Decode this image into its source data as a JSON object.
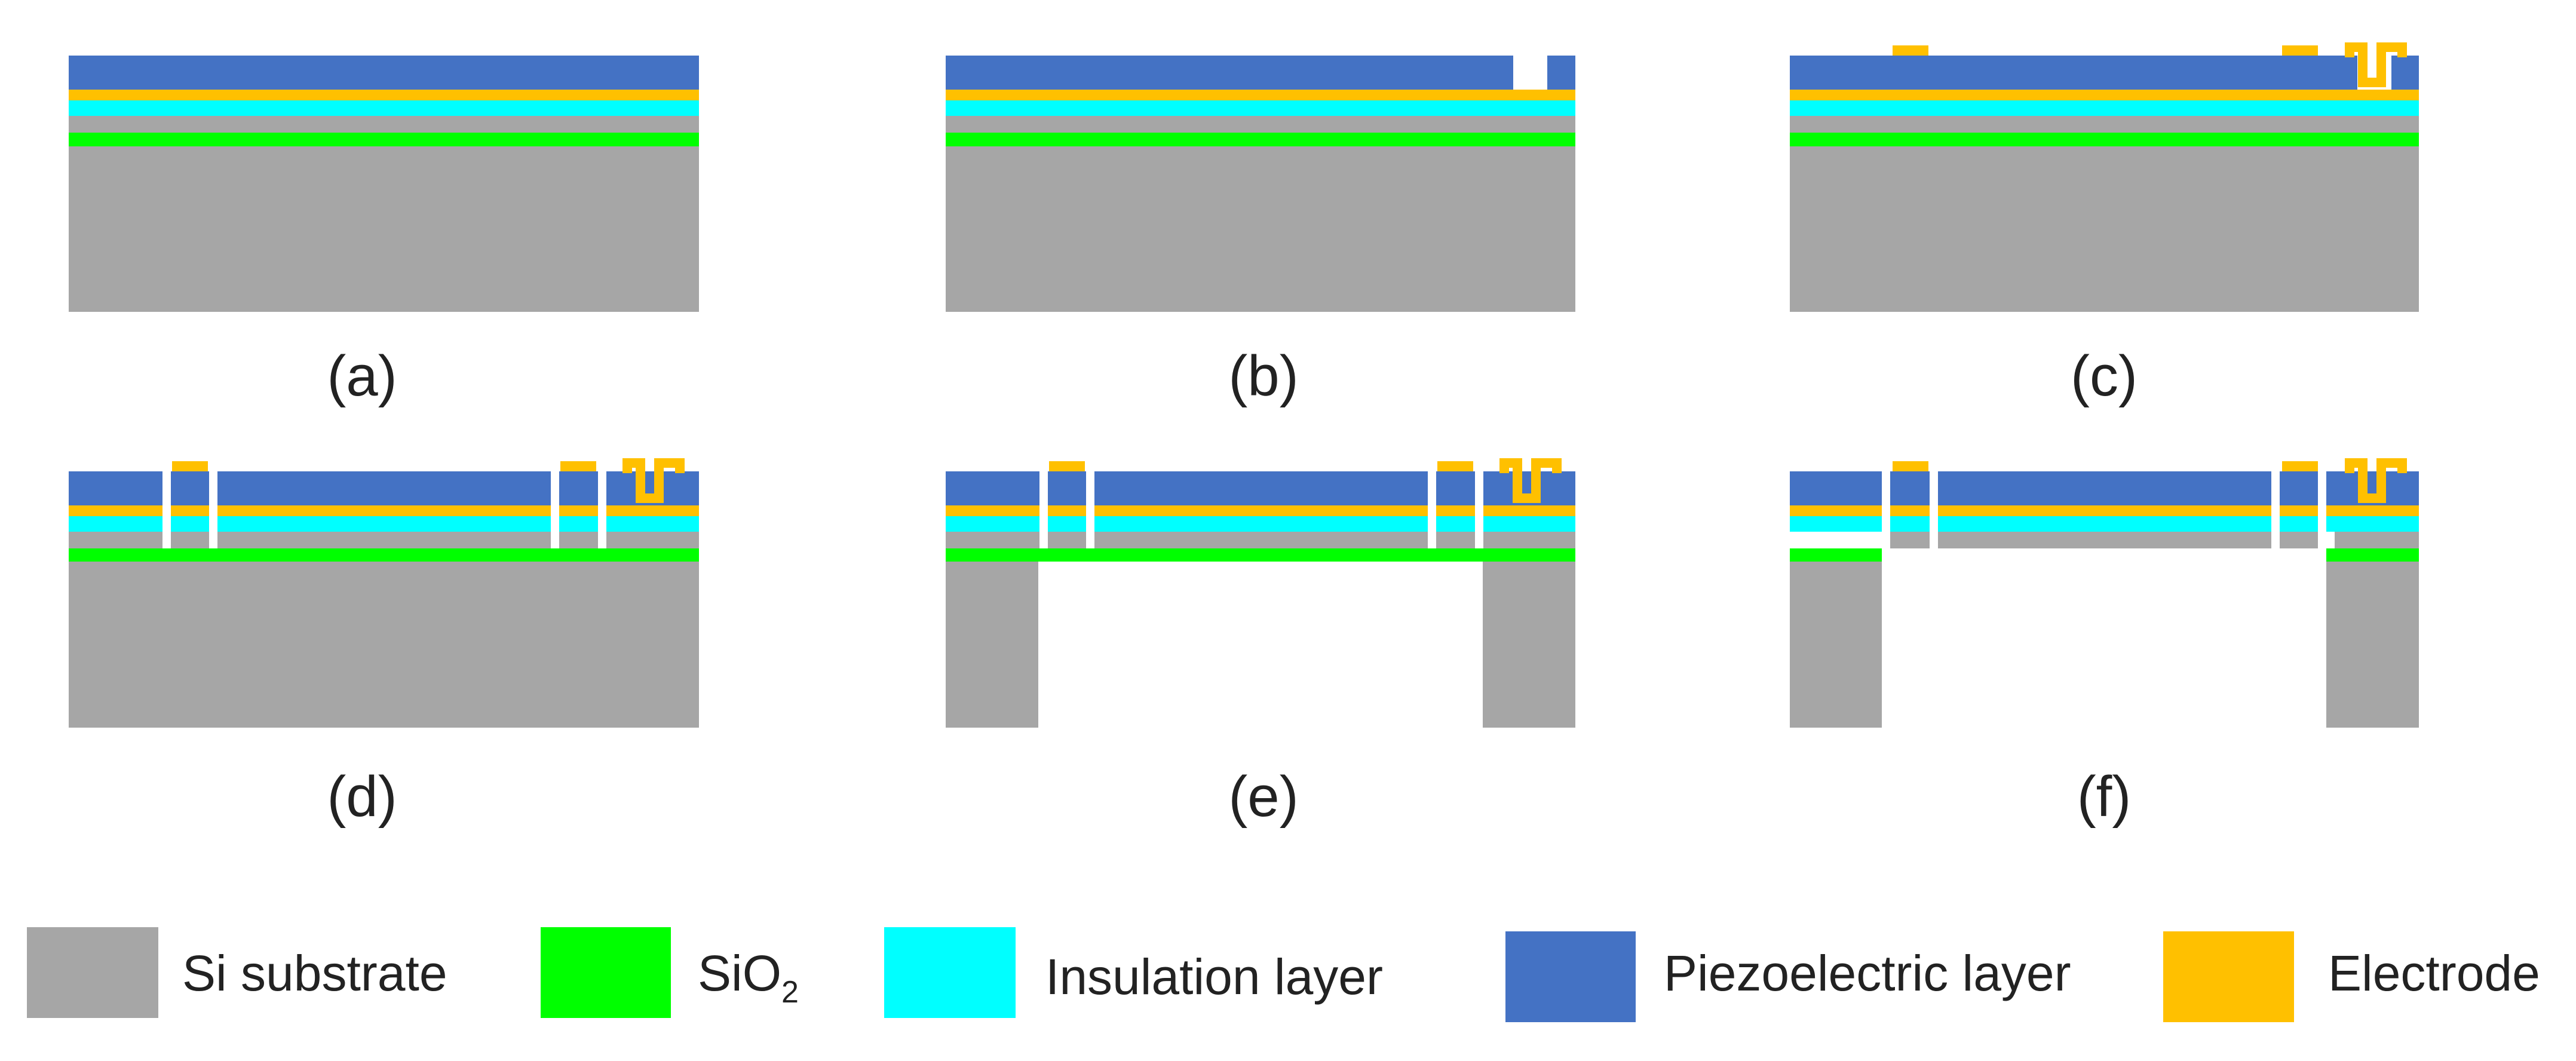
{
  "colors": {
    "si_substrate": "#a6a6a6",
    "sio2": "#00ff00",
    "insulation": "#00ffff",
    "piezoelectric": "#4472c4",
    "electrode": "#ffc000",
    "background": "#ffffff"
  },
  "panels": [
    {
      "id": "a",
      "label": "(a)"
    },
    {
      "id": "b",
      "label": "(b)"
    },
    {
      "id": "c",
      "label": "(c)"
    },
    {
      "id": "d",
      "label": "(d)"
    },
    {
      "id": "e",
      "label": "(e)"
    },
    {
      "id": "f",
      "label": "(f)"
    }
  ],
  "legend": [
    {
      "key": "si_substrate",
      "label": "Si substrate"
    },
    {
      "key": "sio2",
      "label": "SiO",
      "subscript": "2"
    },
    {
      "key": "insulation",
      "label": "Insulation layer"
    },
    {
      "key": "piezoelectric",
      "label": "Piezoelectric layer"
    },
    {
      "key": "electrode",
      "label": "Electrode"
    }
  ]
}
